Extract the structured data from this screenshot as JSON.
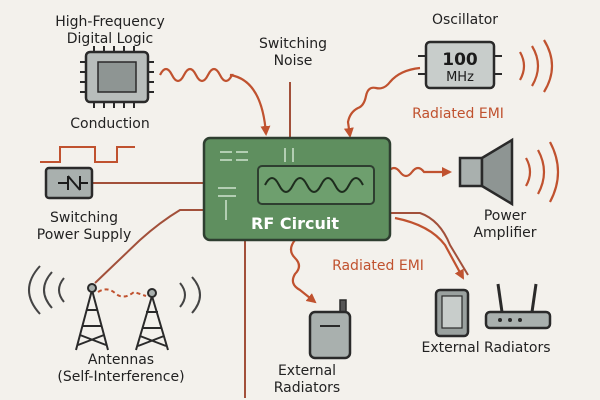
{
  "labels": {
    "digital_logic": [
      "High-Frequency",
      "Digital Logic"
    ],
    "conduction": "Conduction",
    "switching_noise": [
      "Switching",
      "Noise"
    ],
    "oscillator": "Oscillator",
    "osc_freq": "100",
    "osc_unit": "MHz",
    "radiated_emi_top": "Radiated EMI",
    "switching_power_supply": [
      "Switching",
      "Power Supply"
    ],
    "rf_circuit": "RF Circuit",
    "power_amplifier": [
      "Power",
      "Amplifier"
    ],
    "radiated_emi_bottom": "Radiated EMI",
    "antennas": [
      "Antennas",
      "(Self-Interference)"
    ],
    "external_radiators_left": [
      "External",
      "Radiators"
    ],
    "external_radiators_right": "External Radiators"
  },
  "colors": {
    "background": "#f3f1ec",
    "arrow": "#c0522f",
    "line": "#a2503a",
    "rf_box": "#5f8f5f",
    "rf_border": "#2e3e30",
    "component_fill": "#a9b0ae",
    "outline": "#2a2a2a"
  },
  "icons": [
    "chip-icon",
    "oscillator-icon",
    "power-supply-icon",
    "speaker-icon",
    "antenna-tower-icon",
    "walkie-talkie-icon",
    "phone-icon",
    "router-icon"
  ]
}
